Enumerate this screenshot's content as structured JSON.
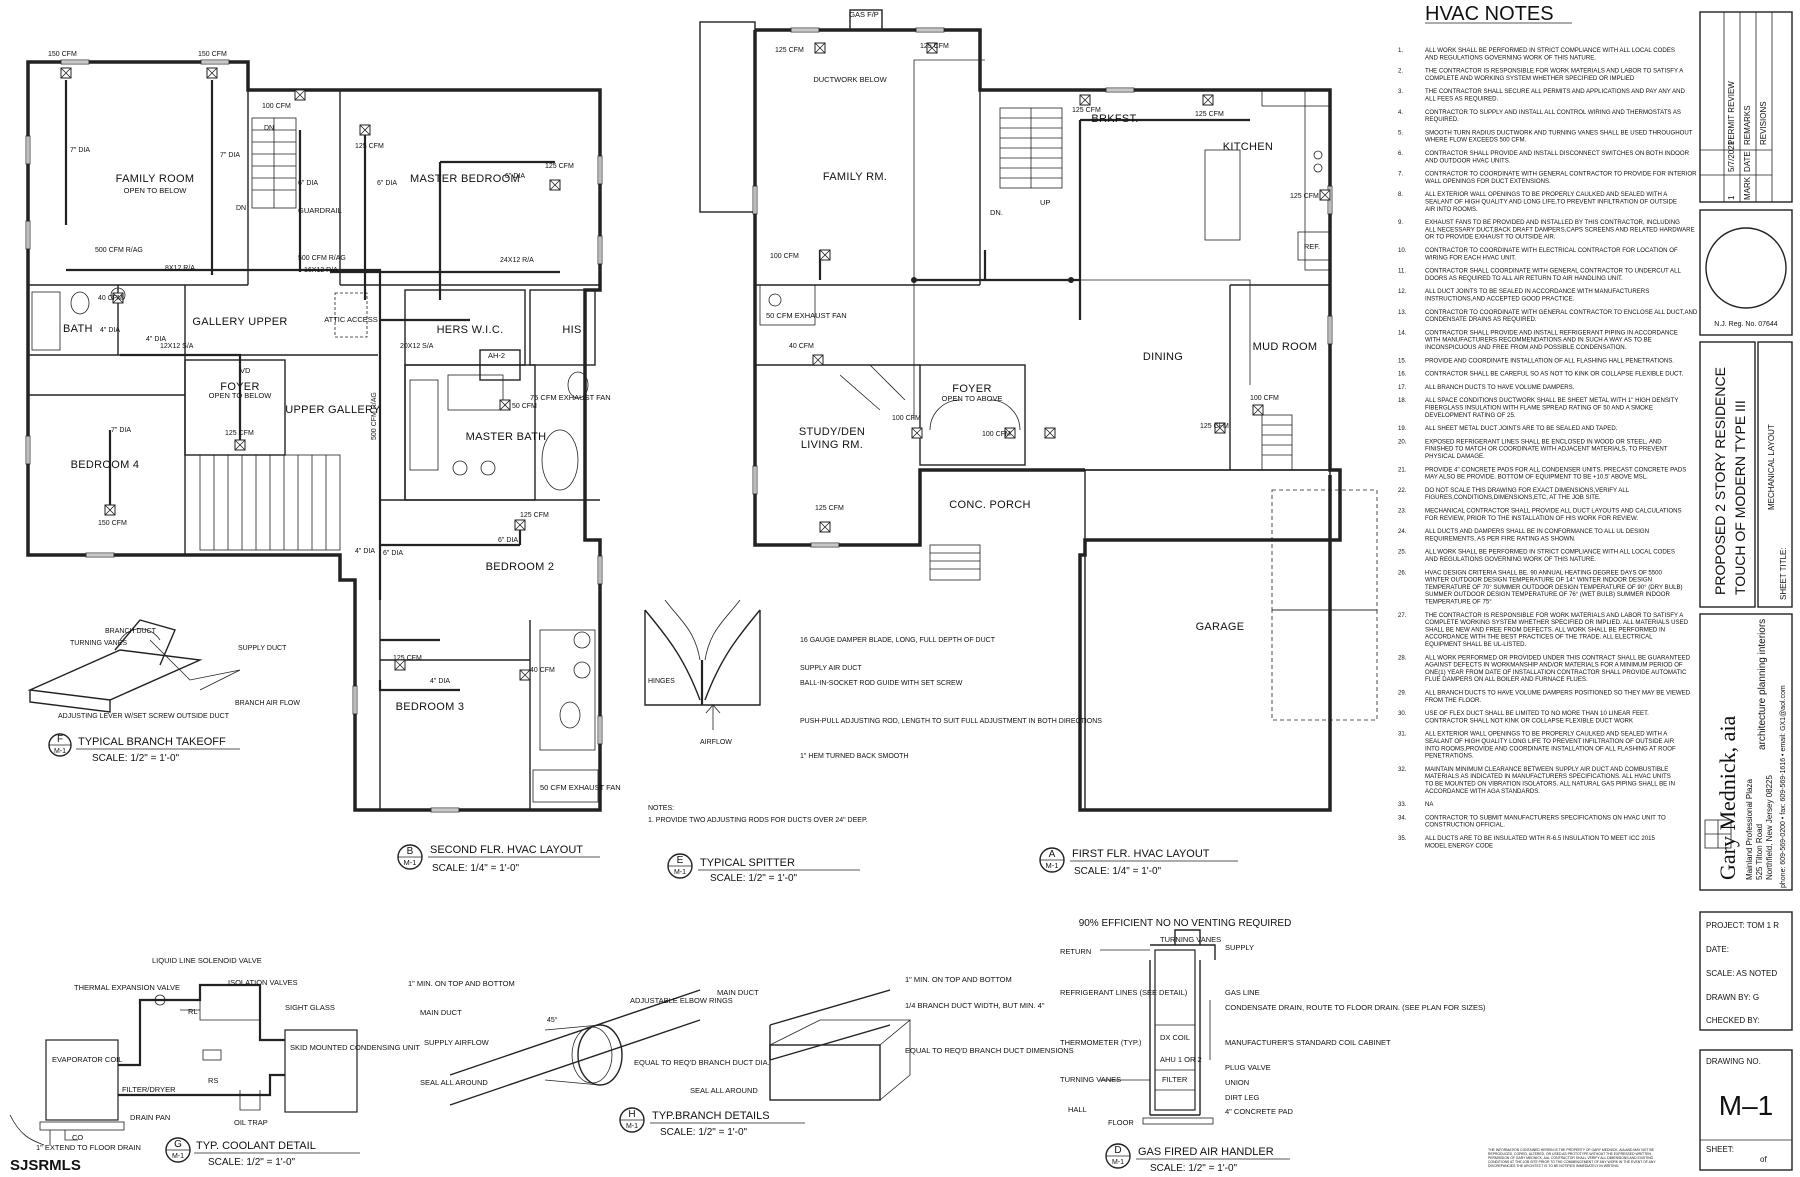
{
  "watermark": "SJSRMLS",
  "second_floor": {
    "rooms": {
      "family_room": "FAMILY ROOM",
      "open_below": "OPEN TO BELOW",
      "master_bedroom": "MASTER BEDROOM",
      "bath": "BATH",
      "gallery_upper": "GALLERY UPPER",
      "foyer": "FOYER",
      "foyer_open": "OPEN TO BELOW",
      "upper_gallery": "UPPER GALLERY",
      "bedroom4": "BEDROOM 4",
      "hers_wic": "HERS W.I.C.",
      "his": "HIS",
      "master_bath": "MASTER BATH",
      "bedroom2": "BEDROOM 2",
      "bedroom3": "BEDROOM 3",
      "attic_access": "ATTIC ACCESS",
      "guardrail": "GUARDRAIL",
      "exhaust_fan_a": "75 CFM EXHAUST FAN",
      "exhaust_fan_b": "50 CFM EXHAUST FAN",
      "ah2": "AH-2",
      "vd": "VD"
    },
    "ducts": {
      "d150a": "150 CFM",
      "d150b": "150 CFM",
      "d100": "100 CFM",
      "d125a": "125 CFM",
      "d125b": "125 CFM",
      "d125c": "125 CFM",
      "d125d": "125 CFM",
      "d150c": "150 CFM",
      "d40a": "40 CFM",
      "d40b": "40 CFM",
      "d50": "50 CFM",
      "d125e": "125 CFM",
      "dia7a": "7\" DIA",
      "dia7b": "7\" DIA",
      "dia7c": "7\" DIA",
      "dia6a": "6\" DIA",
      "dia6b": "6\" DIA",
      "dia6c": "6\" DIA",
      "dia6d": "6\" DIA",
      "dia6e": "6\" DIA",
      "dia4a": "4\" DIA",
      "dia4b": "4\" DIA",
      "dia4c": "4\" DIA",
      "dia4d": "4\" DIA",
      "ra500a": "500 CFM R/AG",
      "ra500b": "500 CFM R/AG",
      "ra500c": "500 CFM R/AG",
      "ra8x12": "8X12 R/A",
      "ra16x12": "16X12 R/A",
      "ra24x12": "24X12 R/A",
      "sa12x12": "12X12 S/A",
      "sa20x12": "20X12 S/A",
      "dn1": "DN",
      "dn2": "DN"
    },
    "caption_letter": "B",
    "caption_sheet": "M-1",
    "caption_title": "SECOND FLR. HVAC LAYOUT",
    "caption_scale": "SCALE:  1/4\" = 1'-0\""
  },
  "first_floor": {
    "rooms": {
      "gas_fp": "GAS F/P",
      "ductwork_below": "DUCTWORK BELOW",
      "family_rm": "FAMILY RM.",
      "brkfst": "BRKFST.",
      "kitchen": "KITCHEN",
      "ref": "REF.",
      "dining": "DINING",
      "mud_room": "MUD ROOM",
      "foyer": "FOYER",
      "foyer_open": "OPEN TO ABOVE",
      "study": "STUDY/DEN",
      "living": "LIVING RM.",
      "porch": "CONC. PORCH",
      "garage": "GARAGE",
      "exhaust_fan": "50 CFM EXHAUST FAN",
      "dn": "DN.",
      "up": "UP"
    },
    "ducts": {
      "c125a": "125 CFM",
      "c125b": "125 CFM",
      "c125c": "125 CFM",
      "c125d": "125 CFM",
      "c125e": "125 CFM",
      "c125f": "125 CFM",
      "c125g": "125 CFM",
      "c100a": "100 CFM",
      "c100b": "100 CFM",
      "c100c": "100 CFM",
      "c100d": "100 CFM",
      "c40": "40 CFM"
    },
    "caption_letter": "A",
    "caption_sheet": "M-1",
    "caption_title": "FIRST FLR. HVAC LAYOUT",
    "caption_scale": "SCALE:  1/4\" = 1'-0\""
  },
  "details": {
    "branch_takeoff": {
      "letter": "F",
      "sheet": "M-1",
      "title": "TYPICAL BRANCH TAKEOFF",
      "scale": "SCALE:  1/2\" = 1'-0\"",
      "labels": [
        "BRANCH DUCT",
        "TURNING VANES",
        "SUPPLY DUCT",
        "BRANCH AIR FLOW",
        "ADJUSTING LEVER W/SET SCREW OUTSIDE DUCT"
      ]
    },
    "splitter": {
      "letter": "E",
      "sheet": "M-1",
      "title": "TYPICAL SPITTER",
      "scale": "SCALE:  1/2\" = 1'-0\"",
      "labels": [
        "16 GAUGE DAMPER BLADE, LONG, FULL DEPTH OF DUCT",
        "SUPPLY AIR DUCT",
        "BALL-IN-SOCKET ROD GUIDE WITH SET SCREW",
        "PUSH-PULL ADJUSTING ROD, LENGTH TO SUIT FULL ADJUSTMENT IN BOTH DIRECTIONS",
        "1\" HEM TURNED BACK SMOOTH",
        "HINGES",
        "AIRFLOW"
      ],
      "notes_label": "NOTES:",
      "note1": "1. PROVIDE TWO ADJUSTING RODS FOR DUCTS OVER 24\" DEEP."
    },
    "coolant": {
      "letter": "G",
      "sheet": "M-1",
      "title": "TYP. COOLANT DETAIL",
      "scale": "SCALE:  1/2\" = 1'-0\"",
      "labels": {
        "liquid": "LIQUID LINE SOLENOID VALVE",
        "thermal": "THERMAL EXPANSION VALVE",
        "isolation": "ISOLATION VALVES",
        "sight": "SIGHT GLASS",
        "evap": "EVAPORATOR COIL",
        "skid": "SKID MOUNTED CONDENSING UNIT",
        "filter": "FILTER/DRYER",
        "rs": "RS",
        "rl": "RL",
        "oil": "OIL TRAP",
        "drain": "DRAIN PAN",
        "extend": "1\" EXTEND TO FLOOR DRAIN",
        "co": "CO"
      }
    },
    "branch_details": {
      "letter": "H",
      "sheet": "M-1",
      "title": "TYP.BRANCH DETAILS",
      "scale": "SCALE:  1/2\" = 1'-0\"",
      "labels": {
        "min_top": "1\" MIN. ON TOP AND BOTTOM",
        "main_duct": "MAIN DUCT",
        "elbow": "ADJUSTABLE ELBOW RINGS",
        "supply": "SUPPLY AIRFLOW",
        "equal_dia": "EQUAL TO REQ'D BRANCH DUCT DIA.",
        "seal": "SEAL ALL AROUND",
        "min_top2": "1\" MIN. ON TOP AND BOTTOM",
        "main_duct2": "MAIN DUCT",
        "quarter": "1/4 BRANCH DUCT WIDTH, BUT MIN. 4\"",
        "equal_dim": "EQUAL TO REQ'D BRANCH DUCT DIMENSIONS",
        "seal2": "SEAL ALL AROUND",
        "deg": "45°"
      }
    },
    "air_handler": {
      "letter": "D",
      "sheet": "M-1",
      "title": "GAS FIRED AIR HANDLER",
      "scale": "SCALE:  1/2\" = 1'-0\"",
      "headline": "90% EFFICIENT NO NO VENTING REQUIRED",
      "labels": {
        "return": "RETURN",
        "turning": "TURNING VANES",
        "supply": "SUPPLY",
        "refrig": "REFRIGERANT LINES (SEE DETAIL)",
        "gas": "GAS LINE",
        "condensate": "CONDENSATE DRAIN, ROUTE TO FLOOR DRAIN. (SEE PLAN FOR SIZES)",
        "thermo": "THERMOMETER (TYP.)",
        "dx": "DX COIL",
        "mfr": "MANUFACTURER'S STANDARD COIL CABINET",
        "ahu": "AHU 1 OR 2",
        "filter": "FILTER",
        "turning2": "TURNING VANES",
        "plug": "PLUG VALVE",
        "union": "UNION",
        "dirt": "DIRT LEG",
        "hall": "HALL",
        "floor": "FLOOR",
        "pad": "4\" CONCRETE PAD"
      }
    }
  },
  "notes": {
    "heading": "HVAC NOTES",
    "items": [
      {
        "n": "1.",
        "t": "ALL WORK SHALL BE PERFORMED IN STRICT COMPLIANCE WITH ALL LOCAL CODES AND REGULATIONS GOVERNING WORK OF THIS NATURE."
      },
      {
        "n": "2.",
        "t": "THE CONTRACTOR IS RESPONSIBLE FOR WORK MATERIALS AND LABOR TO SATISFY A COMPLETE AND WORKING SYSTEM WHETHER SPECIFIED OR IMPLIED"
      },
      {
        "n": "3.",
        "t": "THE CONTRACTOR SHALL SECURE ALL PERMITS AND APPLICATIONS AND PAY ANY AND ALL FEES AS REQUIRED."
      },
      {
        "n": "4.",
        "t": "CONTRACTOR TO SUPPLY AND INSTALL ALL CONTROL WIRING AND THERMOSTATS AS REQUIRED."
      },
      {
        "n": "5.",
        "t": "SMOOTH TURN RADIUS DUCTWORK AND TURNING VANES SHALL BE USED THROUGHOUT WHERE FLOW EXCEEDS 500 CFM."
      },
      {
        "n": "6.",
        "t": "CONTRACTOR SHALL PROVIDE AND INSTALL DISCONNECT SWITCHES ON BOTH INDOOR AND OUTDOOR HVAC UNITS."
      },
      {
        "n": "7.",
        "t": "CONTRACTOR TO COORDINATE WITH GENERAL CONTRACTOR TO PROVIDE FOR INTERIOR WALL OPENINGS FOR DUCT EXTENSIONS."
      },
      {
        "n": "8.",
        "t": "ALL EXTERIOR WALL OPENINGS TO BE PROPERLY CAULKED AND SEALED WITH A SEALANT OF HIGH QUALITY AND LONG LIFE,TO PREVENT INFILTRATION OF OUTSIDE AIR INTO ROOMS."
      },
      {
        "n": "9.",
        "t": "EXHAUST FANS TO BE PROVIDED AND INSTALLED BY THIS CONTRACTOR, INCLUDING ALL NECESSARY DUCT,BACK DRAFT DAMPERS,CAPS SCREENS AND RELATED HARDWARE OR TO PROVIDE EXHAUST TO OUTSIDE AIR."
      },
      {
        "n": "10.",
        "t": "CONTRACTOR TO COORDINATE WITH ELECTRICAL CONTRACTOR FOR LOCATION OF WIRING FOR EACH HVAC UNIT."
      },
      {
        "n": "11.",
        "t": "CONTRACTOR SHALL COORDINATE WITH GENERAL CONTRACTOR TO UNDERCUT ALL DOORS AS REQUIRED TO ALL AIR RETURN TO AIR HANDLING UNIT."
      },
      {
        "n": "12.",
        "t": "ALL DUCT JOINTS TO BE SEALED IN ACCORDANCE WITH MANUFACTURERS INSTRUCTIONS,AND ACCEPTED GOOD PRACTICE."
      },
      {
        "n": "13.",
        "t": "CONTRACTOR TO COORDINATE WITH GENERAL CONTRACTOR TO ENCLOSE ALL DUCT,AND CONDENSATE DRAINS AS REQUIRED."
      },
      {
        "n": "14.",
        "t": "CONTRACTOR SHALL PROVIDE AND INSTALL REFRIGERANT PIPING IN ACCORDANCE WITH MANUFACTURERS RECOMMENDATIONS AND IN SUCH A WAY AS TO BE INCONSPICUOUS AND FREE FROM AND POSSIBLE CONDENSATION."
      },
      {
        "n": "15.",
        "t": "PROVIDE AND COORDINATE INSTALLATION OF ALL FLASHING HALL PENETRATIONS."
      },
      {
        "n": "16.",
        "t": "CONTRACTOR SHALL BE CAREFUL SO AS NOT TO KINK OR COLLAPSE FLEXIBLE DUCT."
      },
      {
        "n": "17.",
        "t": "ALL BRANCH DUCTS TO HAVE VOLUME DAMPERS."
      },
      {
        "n": "18.",
        "t": "ALL SPACE CONDITIONS DUCTWORK SHALL BE SHEET METAL WITH 1\" HIGH DENSITY FIBERGLASS INSULATION WITH FLAME SPREAD RATING OF 50 AND A SMOKE DEVELOPMENT RATING OF 25."
      },
      {
        "n": "19.",
        "t": "ALL SHEET METAL DUCT JOINTS ARE TO BE SEALED AND TAPED."
      },
      {
        "n": "20.",
        "t": "EXPOSED REFRIGERANT LINES SHALL BE ENCLOSED IN WOOD OR STEEL, AND FINISHED TO MATCH OR COORDINATE WITH ADJACENT MATERIALS, TO PREVENT PHYSICAL DAMAGE."
      },
      {
        "n": "21.",
        "t": "PROVIDE 4\" CONCRETE PADS FOR ALL CONDENSER UNITS. PRECAST CONCRETE PADS MAY ALSO BE PROVIDE. BOTTOM OF EQUIPMENT TO BE +10.5' ABOVE MSL."
      },
      {
        "n": "22.",
        "t": "DO NOT SCALE THIS DRAWING FOR EXACT DIMENSIONS,VERIFY ALL FIGURES,CONDITIONS,DIMENSIONS,ETC, AT THE JOB SITE."
      },
      {
        "n": "23.",
        "t": "MECHANICAL CONTRACTOR SHALL PROVIDE ALL DUCT LAYOUTS AND CALCULATIONS FOR REVIEW, PRIOR TO THE INSTALLATION OF HIS WORK FOR REVIEW."
      },
      {
        "n": "24.",
        "t": "ALL DUCTS AND DAMPERS SHALL BE IN CONFORMANCE TO ALL UL DESIGN REQUIREMENTS, AS PER FIRE RATING AS SHOWN."
      },
      {
        "n": "25.",
        "t": "ALL WORK SHALL BE PERFORMED IN STRICT COMPLIANCE WITH ALL LOCAL CODES AND REGULATIONS GOVERNING WORK OF THIS NATURE."
      },
      {
        "n": "26.",
        "t": "HVAC DESIGN CRITERIA SHALL BE. 90 ANNUAL HEATING DEGREE DAYS OF 5500 WINTER OUTDOOR DESIGN TEMPERATURE OF 14° WINTER INDOOR DESIGN TEMPERATURE OF 70° SUMMER OUTDOOR DESIGN TEMPERATURE OF 90° (DRY BULB) SUMMER OUTDOOR DESIGN TEMPERATURE OF 76° (WET BULB) SUMMER INDOOR TEMPERATURE OF 75°"
      },
      {
        "n": "27.",
        "t": "THE CONTRACTOR IS RESPONSIBLE FOR WORK MATERIALS AND LABOR TO SATISFY A COMPLETE WORKING SYSTEM WHETHER SPECIFIED OR IMPLIED. ALL MATERIALS USED SHALL BE NEW AND FREE FROM DEFECTS. ALL WORK SHALL BE PERFORMED IN ACCORDANCE WITH THE BEST PRACTICES OF THE TRADE. ALL ELECTRICAL EQUIPMENT SHALL BE UL-LISTED."
      },
      {
        "n": "28.",
        "t": "ALL WORK PERFORMED OR PROVIDED UNDER THIS CONTRACT SHALL BE GUARANTEED AGAINST DEFECTS IN WORKMANSHIP AND/OR MATERIALS FOR A MINIMUM PERIOD OF ONE(1) YEAR FROM DATE OF INSTALLATION CONTRACTOR SHALL PROVIDE AUTOMATIC FLUE DAMPERS ON ALL BOILER AND FURNACE FLUES."
      },
      {
        "n": "29.",
        "t": "ALL BRANCH DUCTS TO HAVE VOLUME DAMPERS POSITIONED SO THEY MAY BE VIEWED FROM THE FLOOR."
      },
      {
        "n": "30.",
        "t": "USE OF FLEX DUCT SHALL BE LIMITED TO NO MORE THAN 10 LINEAR FEET. CONTRACTOR SHALL NOT KINK OR COLLAPSE FLEXIBLE DUCT WORK"
      },
      {
        "n": "31.",
        "t": "ALL EXTERIOR WALL OPENINGS TO BE PROPERLY CAULKED AND SEALED WITH A SEALANT OF HIGH QUALITY LONG LIFE TO PREVENT INFILTRATION OF OUTSIDE AIR INTO ROOMS,PROVIDE AND COORDINATE INSTALLATION OF ALL FLASHING AT ROOF PENETRATIONS."
      },
      {
        "n": "32.",
        "t": "MAINTAIN MINIMUM CLEARANCE BETWEEN SUPPLY AIR DUCT AND COMBUSTIBLE MATERIALS AS INDICATED IN MANUFACTURERS SPECIFICATIONS. ALL HVAC UNITS TO BE MOUNTED ON VIBRATION ISOLATORS. ALL NATURAL GAS PIPING SHALL BE IN ACCORDANCE WITH AGA STANDARDS."
      },
      {
        "n": "33.",
        "t": "NA"
      },
      {
        "n": "34.",
        "t": "CONTRACTOR TO SUBMIT MANUFACTURERS SPECIFICATIONS ON HVAC UNIT TO CONSTRUCTION OFFICIAL."
      },
      {
        "n": "35.",
        "t": "ALL DUCTS ARE TO BE INSULATED WITH R-6.5 INSULATION TO MEET ICC 2015 MODEL ENERGY CODE"
      }
    ],
    "legal": "THE INFORMATION CONTAINED HEREIN IS THE PROPERTY OF GARY MEDNICK, AIA AND MAY NOT BE REPRODUCED, COPIED, ALTERED, OR USED AS PROTOTYPE WITHOUT THE EXPRESSED WRITTEN PERMISSION OF GARY MEDNICK, AIA. CONTRACTOR SHALL VERIFY ALL DIMENSIONS AND EXISTING CONDITIONS AT THE JOB SITE PRIOR TO THE COMMENCEMENT OF ANY WORK IN THE EVENT OF ANY DISCREPANCIES THE ARCHITECT IS TO BE NOTIFIED IMMEDIATELY IN WRITING."
  },
  "title_block": {
    "revision": {
      "mark": "1",
      "date": "5/7/2021",
      "remarks": "PERMIT REVIEW",
      "h_mark": "MARK",
      "h_date": "DATE",
      "h_remarks": "REMARKS",
      "revisions": "REVISIONS"
    },
    "reg_no": "N.J. Reg. No. 07644",
    "project_line1": "PROPOSED 2 STORY RESIDENCE",
    "project_line2": "TOUCH OF MODERN TYPE III",
    "sheet_title_label": "SHEET TITLE:",
    "sheet_title": "MECHANICAL LAYOUT",
    "architect": "Gary Mednick, aia",
    "address1": "Mainland Professional Plaza",
    "address2": "525 Tilton Road",
    "address3": "Northfield, New Jersey 08225",
    "phone": "phone: 609-569-0200  •  fax: 609-569-1616  •  email: GX1@aol.com",
    "disciplines": "architecture   planning   interiors",
    "project": "PROJECT: TOM  1  R",
    "date": "DATE:",
    "scale": "SCALE: AS NOTED",
    "drawn": "DRAWN BY:  G",
    "checked": "CHECKED BY:",
    "drawing_no_label": "DRAWING NO.",
    "drawing_no": "M–1",
    "sheet_label": "SHEET:",
    "sheet_of": "of"
  }
}
